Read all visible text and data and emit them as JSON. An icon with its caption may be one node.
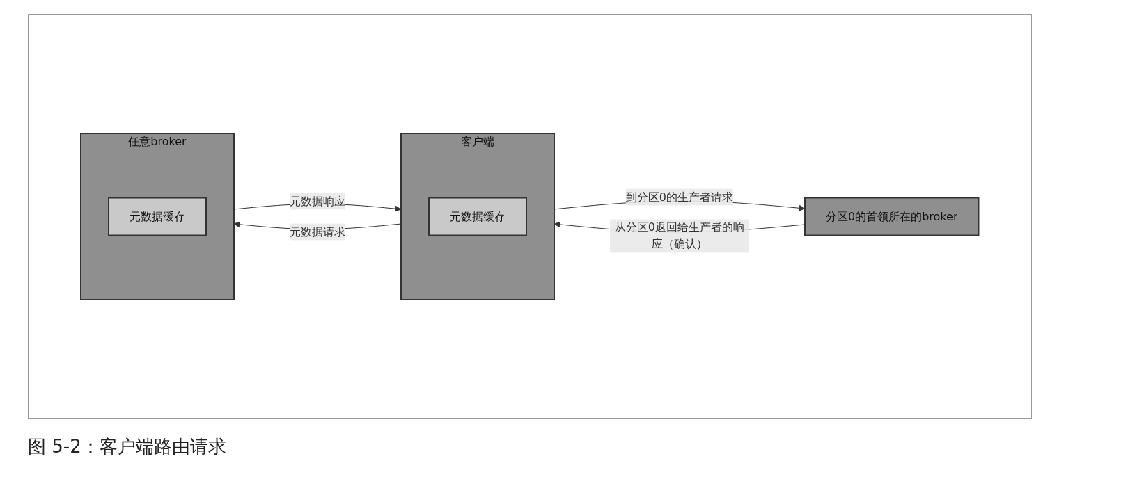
{
  "diagram": {
    "caption": "图 5-2：客户端路由请求",
    "nodes": [
      {
        "text": [
          "客户端"
        ]
      },
      {
        "text": [
          "元数据缓存"
        ],
        "in": 0
      },
      {
        "text": [
          "任意broker"
        ]
      },
      {
        "text": [
          "元数据缓存"
        ],
        "in": 2
      },
      {
        "text": [
          "分区0的首领所在的broker"
        ]
      }
    ],
    "edges": [
      {
        "from": 0,
        "to": 2,
        "arrow": "to",
        "label": "元数据请求"
      },
      {
        "from": 2,
        "to": 0,
        "arrow": "to",
        "label": "元数据响应"
      },
      {
        "from": 0,
        "to": 4,
        "arrow": "to",
        "label": "到分区0的生产者请求"
      },
      {
        "from": 4,
        "to": 0,
        "arrow": "to",
        "label": "从分区0返回给生产者的响应（确认）"
      }
    ]
  }
}
